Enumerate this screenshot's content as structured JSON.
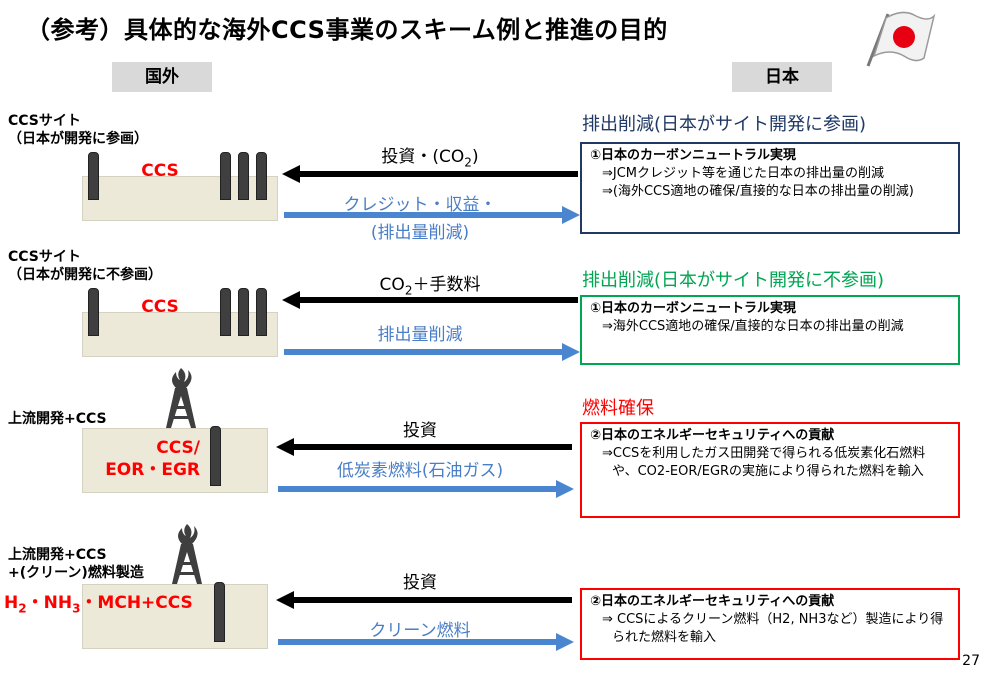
{
  "title": "（参考）具体的な海外CCS事業のスキーム例と推進の目的",
  "headers": {
    "overseas": "国外",
    "japan": "日本"
  },
  "rows": [
    {
      "site_label_line1": "CCSサイト",
      "site_label_line2": "（日本が開発に参画）",
      "ground_label": "CCS",
      "black_arrow_label": "投資・(CO",
      "black_arrow_sub": "2",
      "black_arrow_suffix": ")",
      "blue_arrow_label_line1": "クレジット・収益・",
      "blue_arrow_label_line2": "(排出量削減)",
      "category": "排出削減(日本がサイト開発に参画)",
      "category_color": "#1f3864",
      "box_title": "①日本のカーボンニュートラル実現",
      "box_lines": [
        "⇒JCMクレジット等を通じた日本の排出量の削減",
        "⇒(海外CCS適地の確保/直接的な日本の排出量の削減)"
      ]
    },
    {
      "site_label_line1": "CCSサイト",
      "site_label_line2": "（日本が開発に不参画）",
      "ground_label": "CCS",
      "black_arrow_label": "CO",
      "black_arrow_sub": "2",
      "black_arrow_suffix": "＋手数料",
      "blue_arrow_label_line1": "排出量削減",
      "category": "排出削減(日本がサイト開発に不参画)",
      "category_color": "#00a651",
      "box_title": "①日本のカーボンニュートラル実現",
      "box_lines": [
        "⇒海外CCS適地の確保/直接的な日本の排出量の削減"
      ]
    },
    {
      "site_label_line1": "上流開発+CCS",
      "ground_label_line1": "CCS/",
      "ground_label_line2": "EOR・EGR",
      "black_arrow_label": "投資",
      "blue_arrow_label_line1": "低炭素燃料(石油ガス)",
      "category": "燃料確保",
      "category_color": "#ff0000",
      "box_title": "②日本のエネルギーセキュリティへの貢献",
      "box_lines": [
        "⇒CCSを利用したガス田開発で得られる低炭素化石燃料や、CO2-EOR/EGRの実施により得られた燃料を輸入"
      ]
    },
    {
      "site_label_line1": "上流開発+CCS",
      "site_label_line2": "+(クリーン)燃料製造",
      "ground_label_a": "H",
      "ground_label_sub1": "2",
      "ground_label_b": "・NH",
      "ground_label_sub2": "3",
      "ground_label_c": "・MCH+CCS",
      "black_arrow_label": "投資",
      "blue_arrow_label_line1": "クリーン燃料",
      "box_title": "②日本のエネルギーセキュリティへの貢献",
      "box_lines": [
        "⇒ CCSによるクリーン燃料（H2, NH3など）製造により得られた燃料を輸入"
      ]
    }
  ],
  "colors": {
    "black_arrow": "#000000",
    "blue_arrow": "#4a86d0",
    "ground": "#ede9d9"
  },
  "icons": {
    "flag": "japan-flag-icon",
    "rig": "oil-rig-icon"
  },
  "page_number": "27"
}
